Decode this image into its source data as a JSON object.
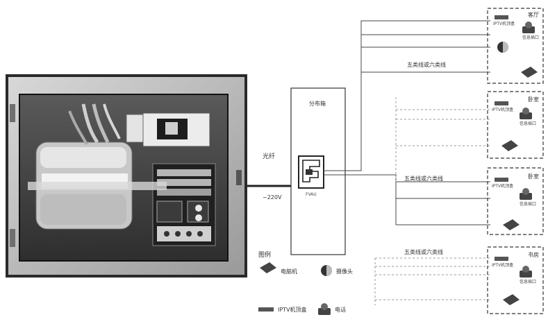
{
  "cabinet": {
    "power_label": "光纤",
    "voltage_label": "~220V"
  },
  "distribution_box": {
    "title": "分布箱"
  },
  "router": {
    "label": "FVAU"
  },
  "branch_cables": {
    "cable_1": "五类线或六类线",
    "cable_2": "五类线或六类线",
    "cable_3": "五类线或六类线"
  },
  "rooms": {
    "room_1": {
      "name": "客厅",
      "tv_label": "IPTV机顶盒",
      "outlet_label": "信息插口"
    },
    "room_2": {
      "name": "卧室",
      "tv_label": "IPTV机顶盒",
      "outlet_label": "信息插口"
    },
    "room_3": {
      "name": "卧室",
      "tv_label": "IPTV机顶盒",
      "outlet_label": "信息插口"
    },
    "room_4": {
      "name": "书房",
      "tv_label": "IPTV机顶盒",
      "outlet_label": "信息插口"
    }
  },
  "legend": {
    "title": "图例",
    "computer_label": "电脑机",
    "camera_label": "摄像头",
    "stb_label": "IPTV机顶盒",
    "phone_label": "电话"
  },
  "colors": {
    "line": "#4a4a4a",
    "dashed": "#888888",
    "cabinet_frame": "#3a3a3a"
  }
}
